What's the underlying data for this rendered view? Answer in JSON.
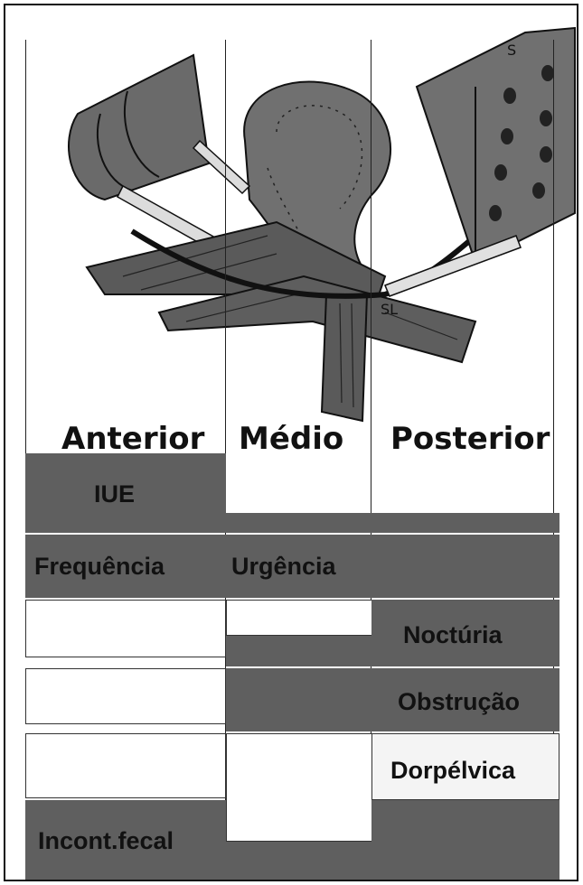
{
  "columns": {
    "anterior": "Anterior",
    "medio": "Médio",
    "posterior": "Posterior"
  },
  "symptoms": {
    "iue": "IUE",
    "frequencia": "Frequência",
    "urgencia": "Urgência",
    "nocturia": "Noctúria",
    "obstrucao": "Obstrução",
    "dor_pelvica": "Dorpélvica",
    "incont_fecal": "Incont.fecal"
  },
  "illustration_labels": {
    "s": "S",
    "sl": "SL"
  },
  "colors": {
    "dark_fill": "#5f5f5f",
    "organ_fill": "#6a6a6a",
    "light_fill": "#ffffff",
    "pale_fill": "#f4f4f4",
    "line": "#111111"
  }
}
